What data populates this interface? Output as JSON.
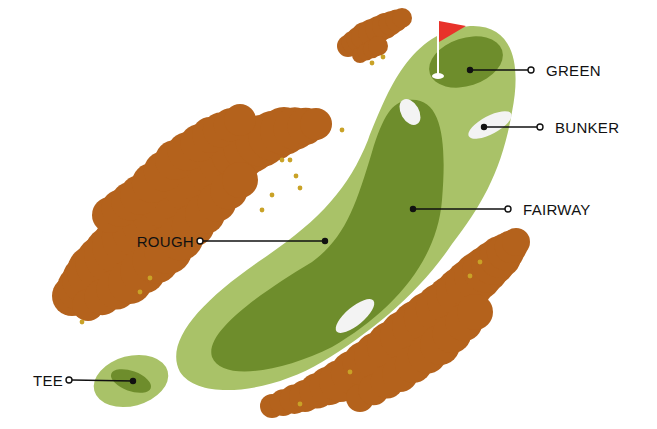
{
  "diagram": {
    "labels": [
      "GREEN",
      "BUNKER",
      "FAIRWAY",
      "ROUGH",
      "TEE"
    ]
  }
}
